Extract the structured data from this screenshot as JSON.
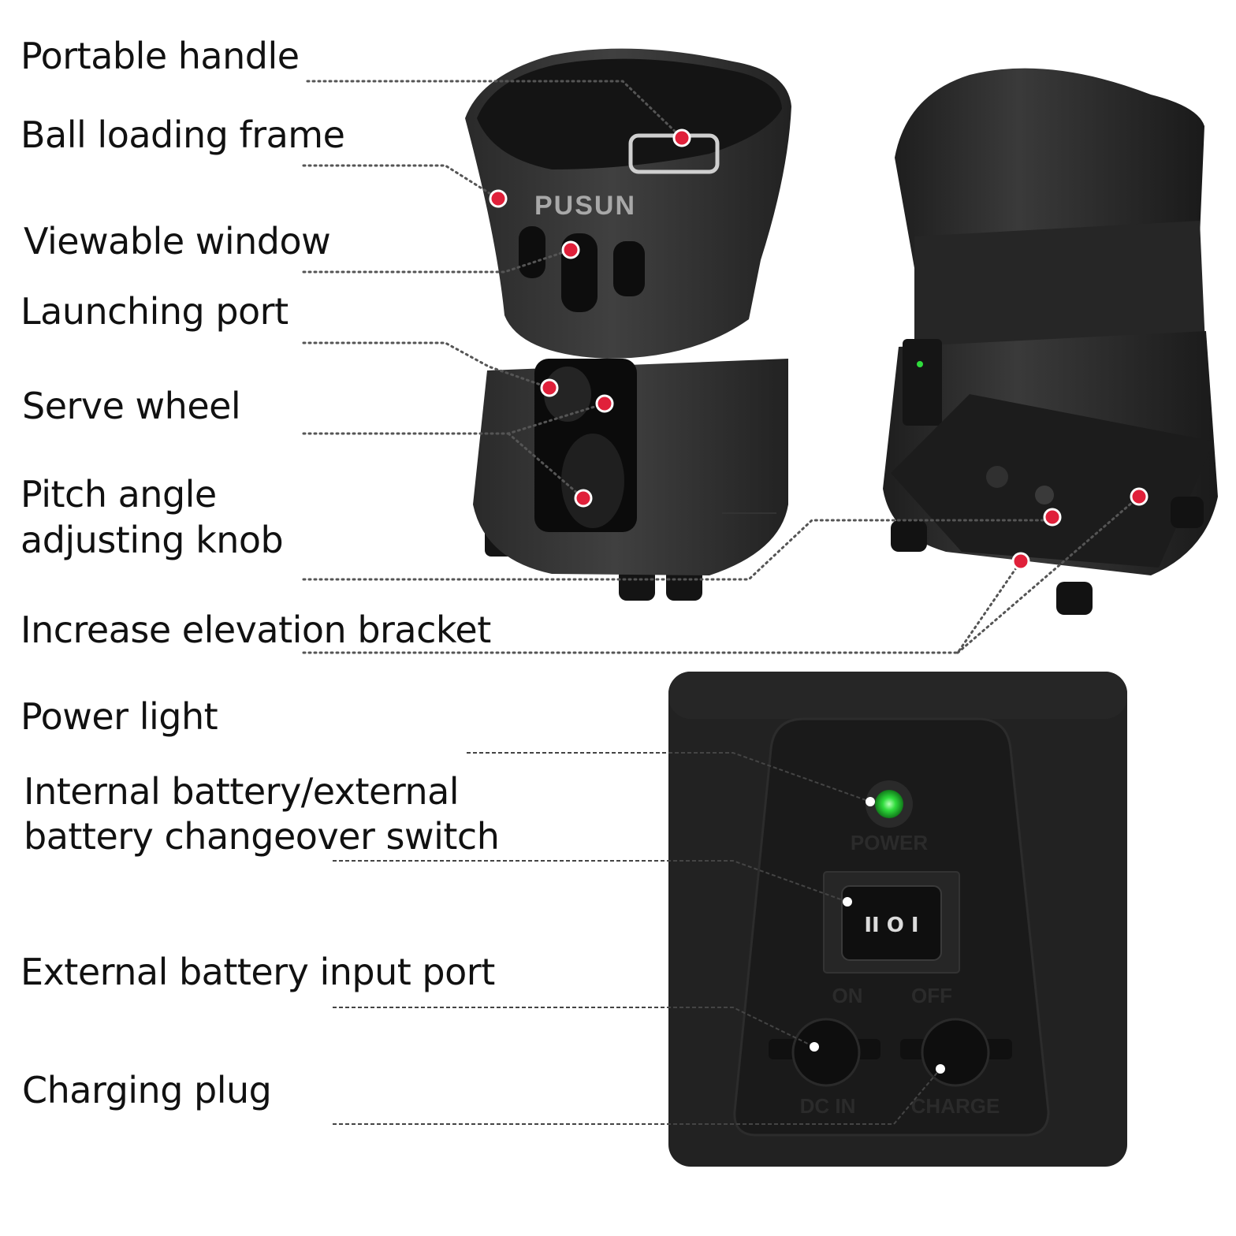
{
  "labels": {
    "portable_handle": "Portable handle",
    "ball_loading_frame": "Ball loading frame",
    "viewable_window": "Viewable window",
    "launching_port": "Launching port",
    "serve_wheel": "Serve wheel",
    "pitch_angle_line1": "Pitch angle",
    "pitch_angle_line2": "adjusting knob",
    "increase_elevation_bracket": "Increase elevation bracket",
    "power_light": "Power light",
    "changeover_line1": "Internal battery/external",
    "changeover_line2": "battery changeover switch",
    "external_battery_input_port": "External battery input port",
    "charging_plug": "Charging plug"
  },
  "product": {
    "brand": "PUSUN"
  },
  "panel": {
    "power": "POWER",
    "on": "ON",
    "off": "OFF",
    "dc_in": "DC IN",
    "charge": "CHARGE",
    "switch_symbols": "II  O  I"
  },
  "colors": {
    "marker": "#e0203a",
    "body": "#2e2e2e",
    "power_led": "#2fdc3c"
  }
}
